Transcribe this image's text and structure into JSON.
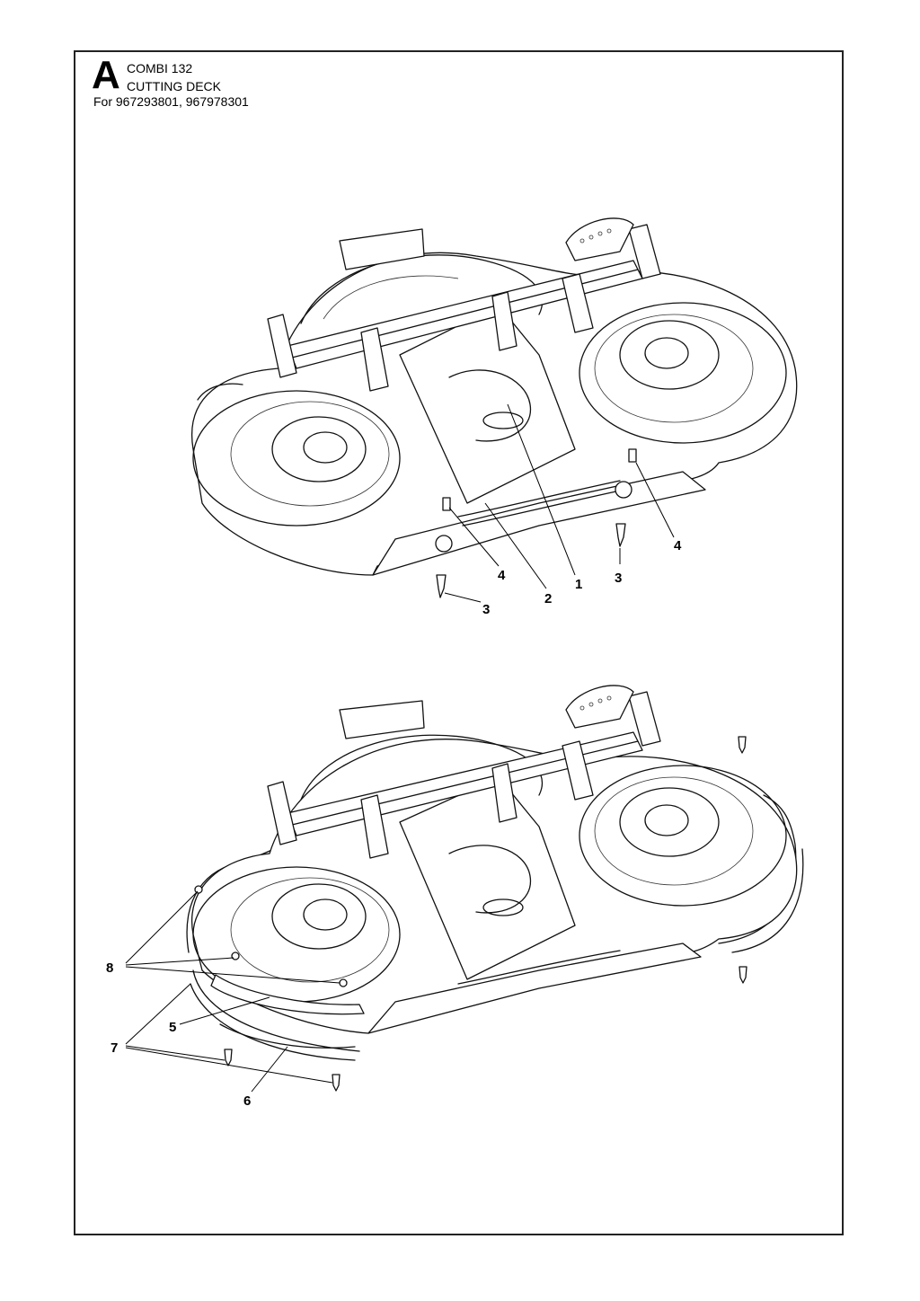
{
  "header": {
    "section_letter": "A",
    "model": "COMBI 132",
    "title": "CUTTING DECK",
    "for_line": "For 967293801, 967978301"
  },
  "callouts": {
    "c1": "1",
    "c2": "2",
    "c3a": "3",
    "c3b": "3",
    "c4a": "4",
    "c4b": "4",
    "c5": "5",
    "c6": "6",
    "c7": "7",
    "c8": "8"
  }
}
